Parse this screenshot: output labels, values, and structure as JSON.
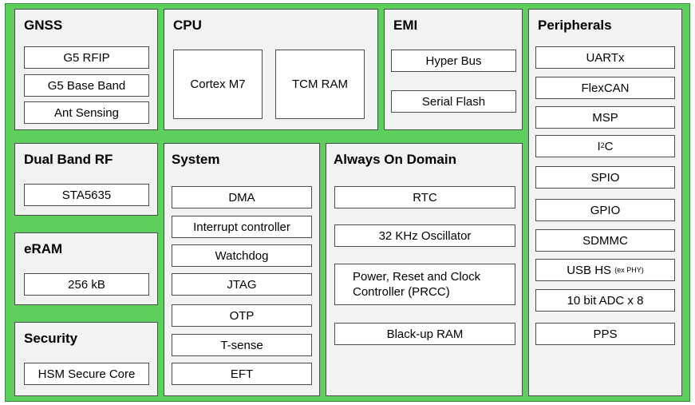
{
  "blocks": {
    "gnss": {
      "title": "GNSS",
      "items": [
        "G5 RFIP",
        "G5 Base Band",
        "Ant Sensing"
      ]
    },
    "cpu": {
      "title": "CPU",
      "items": [
        "Cortex M7",
        "TCM RAM"
      ]
    },
    "emi": {
      "title": "EMI",
      "items": [
        "Hyper Bus",
        "Serial Flash"
      ]
    },
    "peripherals": {
      "title": "Peripherals",
      "items": [
        "UARTx",
        "FlexCAN",
        "MSP",
        "I",
        "SPIO",
        "GPIO",
        "SDMMC",
        "USB HS",
        "10 bit ADC x 8",
        "PPS"
      ],
      "i2c_sup": "2",
      "i2c_rest": "C",
      "usb_note": "(ex PHY)"
    },
    "dual_band_rf": {
      "title": "Dual Band RF",
      "items": [
        "STA5635"
      ]
    },
    "eram": {
      "title": "eRAM",
      "items": [
        "256 kB"
      ]
    },
    "security": {
      "title": "Security",
      "items": [
        "HSM Secure Core"
      ]
    },
    "system": {
      "title": "System",
      "items": [
        "DMA",
        "Interrupt controller",
        "Watchdog",
        "JTAG",
        "OTP",
        "T-sense",
        "EFT"
      ]
    },
    "always_on": {
      "title": "Always On Domain",
      "items": [
        "RTC",
        "32 KHz Oscillator",
        "Power, Reset and Clock Controller (PRCC)",
        "Black-up RAM"
      ]
    }
  },
  "colors": {
    "chip_background": "#5ccf5c",
    "block_background": "#f2f2f2",
    "item_background": "#ffffff"
  }
}
